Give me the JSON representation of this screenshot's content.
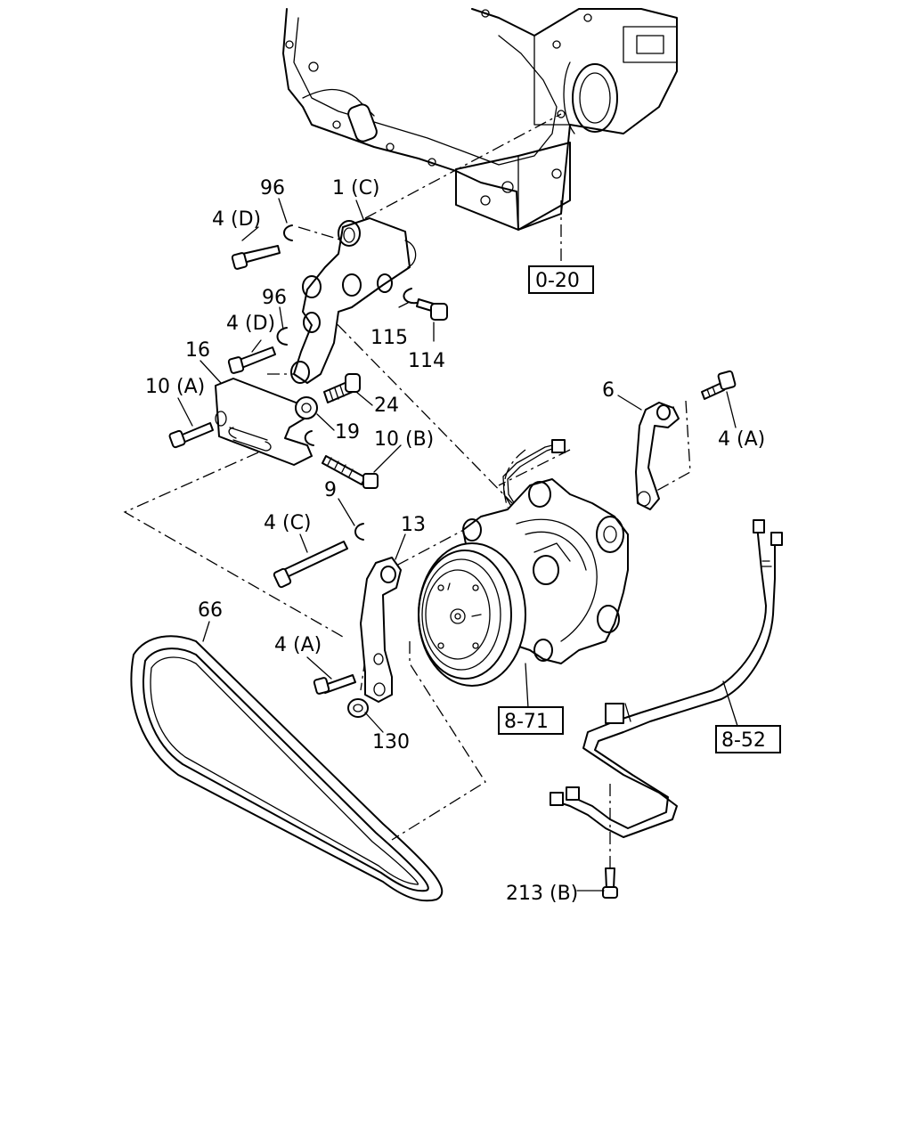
{
  "part_labels": {
    "l_96_top": "96",
    "l_1c": "1 (C)",
    "l_4d_top": "4 (D)",
    "l_96_mid": "96",
    "l_4d_mid": "4 (D)",
    "l_115": "115",
    "l_114": "114",
    "l_16": "16",
    "l_10a": "10 (A)",
    "l_24": "24",
    "l_19": "19",
    "l_10b": "10 (B)",
    "l_6": "6",
    "l_4a_right": "4 (A)",
    "l_9": "9",
    "l_4c": "4 (C)",
    "l_13": "13",
    "l_66": "66",
    "l_4a_left": "4 (A)",
    "l_130": "130",
    "l_213b": "213 (B)"
  },
  "reference_boxes": {
    "ref_0_20": "0-20",
    "ref_8_71": "8-71",
    "ref_8_52": "8-52"
  }
}
